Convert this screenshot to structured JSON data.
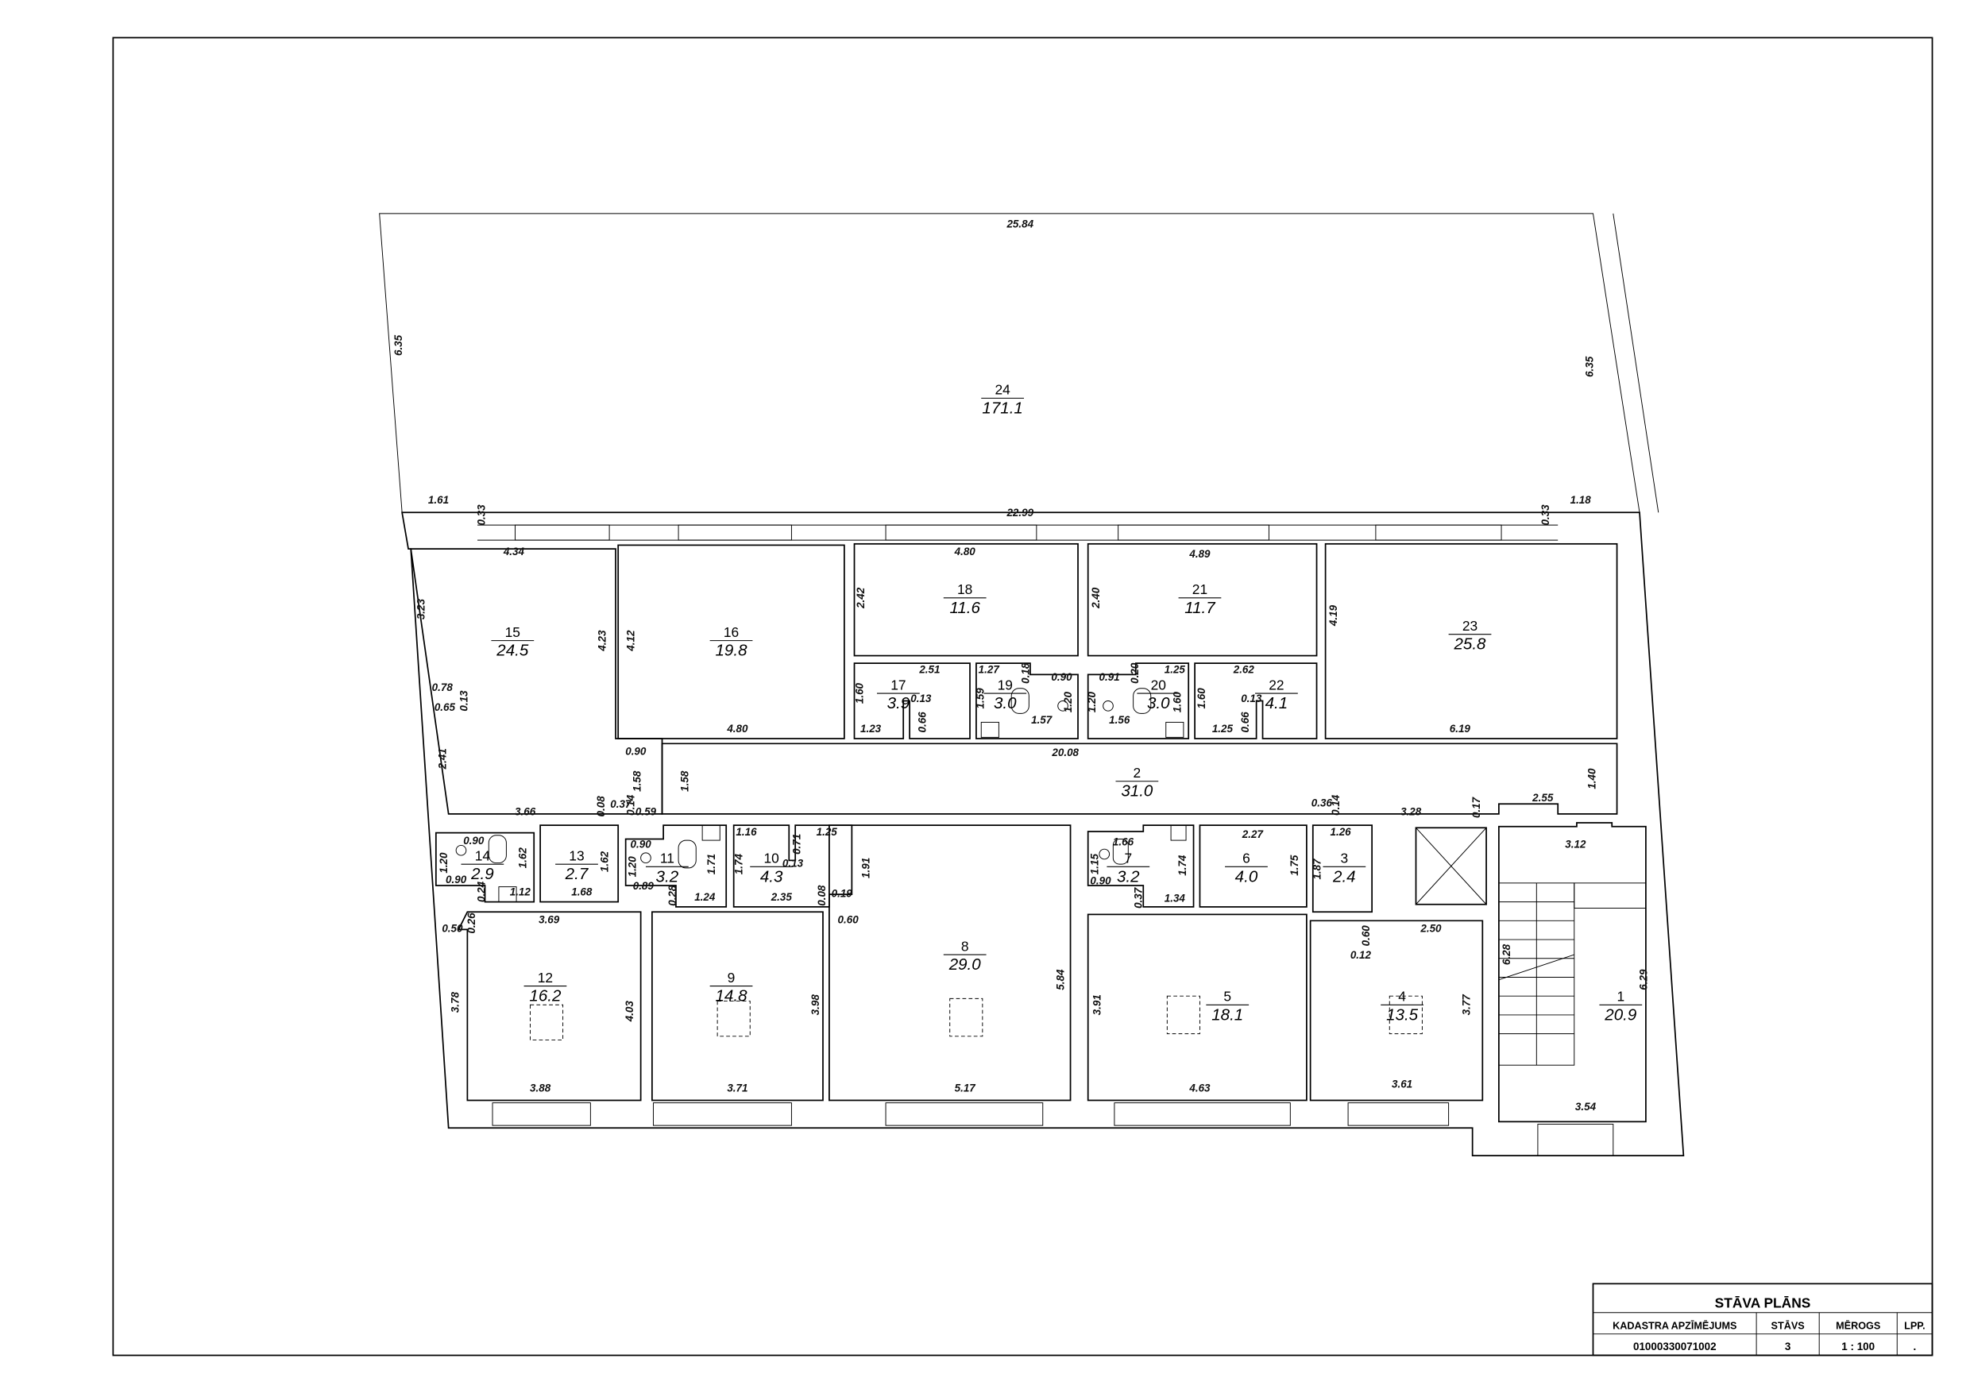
{
  "title_block": {
    "title": "STĀVA PLĀNS",
    "headers": [
      "KADASTRA APZĪMĒJUMS",
      "STĀVS",
      "MĒROGS",
      "LPP."
    ],
    "values": [
      "01000330071002",
      "3",
      "1 : 100",
      "."
    ]
  },
  "rooms": [
    {
      "number": "24",
      "area": "171.1"
    },
    {
      "number": "15",
      "area": "24.5"
    },
    {
      "number": "16",
      "area": "19.8"
    },
    {
      "number": "18",
      "area": "11.6"
    },
    {
      "number": "21",
      "area": "11.7"
    },
    {
      "number": "23",
      "area": "25.8"
    },
    {
      "number": "17",
      "area": "3.9"
    },
    {
      "number": "19",
      "area": "3.0"
    },
    {
      "number": "20",
      "area": "3.0"
    },
    {
      "number": "22",
      "area": "4.1"
    },
    {
      "number": "2",
      "area": "31.0"
    },
    {
      "number": "14",
      "area": "2.9"
    },
    {
      "number": "13",
      "area": "2.7"
    },
    {
      "number": "11",
      "area": "3.2"
    },
    {
      "number": "10",
      "area": "4.3"
    },
    {
      "number": "7",
      "area": "3.2"
    },
    {
      "number": "6",
      "area": "4.0"
    },
    {
      "number": "3",
      "area": "2.4"
    },
    {
      "number": "12",
      "area": "16.2"
    },
    {
      "number": "9",
      "area": "14.8"
    },
    {
      "number": "8",
      "area": "29.0"
    },
    {
      "number": "5",
      "area": "18.1"
    },
    {
      "number": "4",
      "area": "13.5"
    },
    {
      "number": "1",
      "area": "20.9"
    }
  ],
  "dims": [
    "25.84",
    "6.35",
    "6.35",
    "1.61",
    "0.33",
    "22.99",
    "0.33",
    "1.18",
    "4.34",
    "4.80",
    "4.89",
    "3.23",
    "4.23",
    "4.12",
    "2.42",
    "2.40",
    "4.19",
    "2.51",
    "1.27",
    "0.18",
    "0.90",
    "0.91",
    "0.20",
    "1.25",
    "2.62",
    "1.60",
    "1.59",
    "1.20",
    "1.20",
    "1.60",
    "1.60",
    "0.13",
    "0.13",
    "0.66",
    "0.66",
    "1.23",
    "1.57",
    "1.56",
    "1.25",
    "4.80",
    "6.19",
    "0.78",
    "0.65",
    "0.13",
    "2.41",
    "20.08",
    "0.90",
    "1.58",
    "1.58",
    "1.40",
    "3.66",
    "0.08",
    "0.37",
    "0.14",
    "0.59",
    "0.36",
    "0.14",
    "3.28",
    "0.17",
    "2.55",
    "3.12",
    "0.90",
    "1.20",
    "1.62",
    "1.62",
    "0.90",
    "0.24",
    "1.12",
    "1.68",
    "0.90",
    "1.20",
    "1.71",
    "1.74",
    "0.89",
    "0.28",
    "1.24",
    "1.16",
    "0.71",
    "1.25",
    "0.13",
    "2.35",
    "0.08",
    "0.19",
    "1.91",
    "1.66",
    "1.15",
    "0.90",
    "0.37",
    "1.34",
    "1.74",
    "2.27",
    "1.75",
    "1.26",
    "1.87",
    "0.60",
    "3.69",
    "0.50",
    "0.26",
    "3.78",
    "4.03",
    "3.98",
    "5.84",
    "3.91",
    "0.60",
    "2.50",
    "0.12",
    "6.28",
    "6.29",
    "3.77",
    "3.88",
    "3.71",
    "5.17",
    "4.63",
    "3.61",
    "3.54"
  ]
}
